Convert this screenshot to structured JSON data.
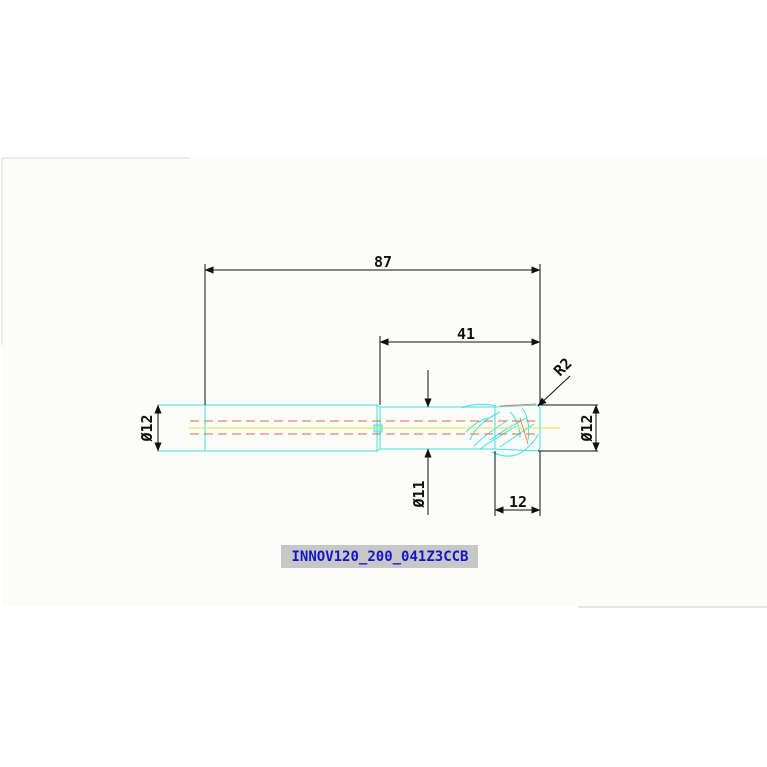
{
  "dimensions": {
    "overall_length": "87",
    "cut_length": "41",
    "corner_radius": "R2",
    "shank_diameter": "Ø12",
    "neck_diameter": "Ø11",
    "cutting_diameter": "Ø12",
    "tip_length": "12"
  },
  "part_label": "INNOV120_200_041Z3CCB",
  "colors": {
    "background": "#ffffff",
    "paper": "#fcfcf9",
    "dimension": "#111111",
    "geometry": "#3fe0e8",
    "centerline": "#e36a3a",
    "axis": "#e8e03a",
    "label_text": "#1515c8",
    "label_bg": "#c7c7c7"
  }
}
